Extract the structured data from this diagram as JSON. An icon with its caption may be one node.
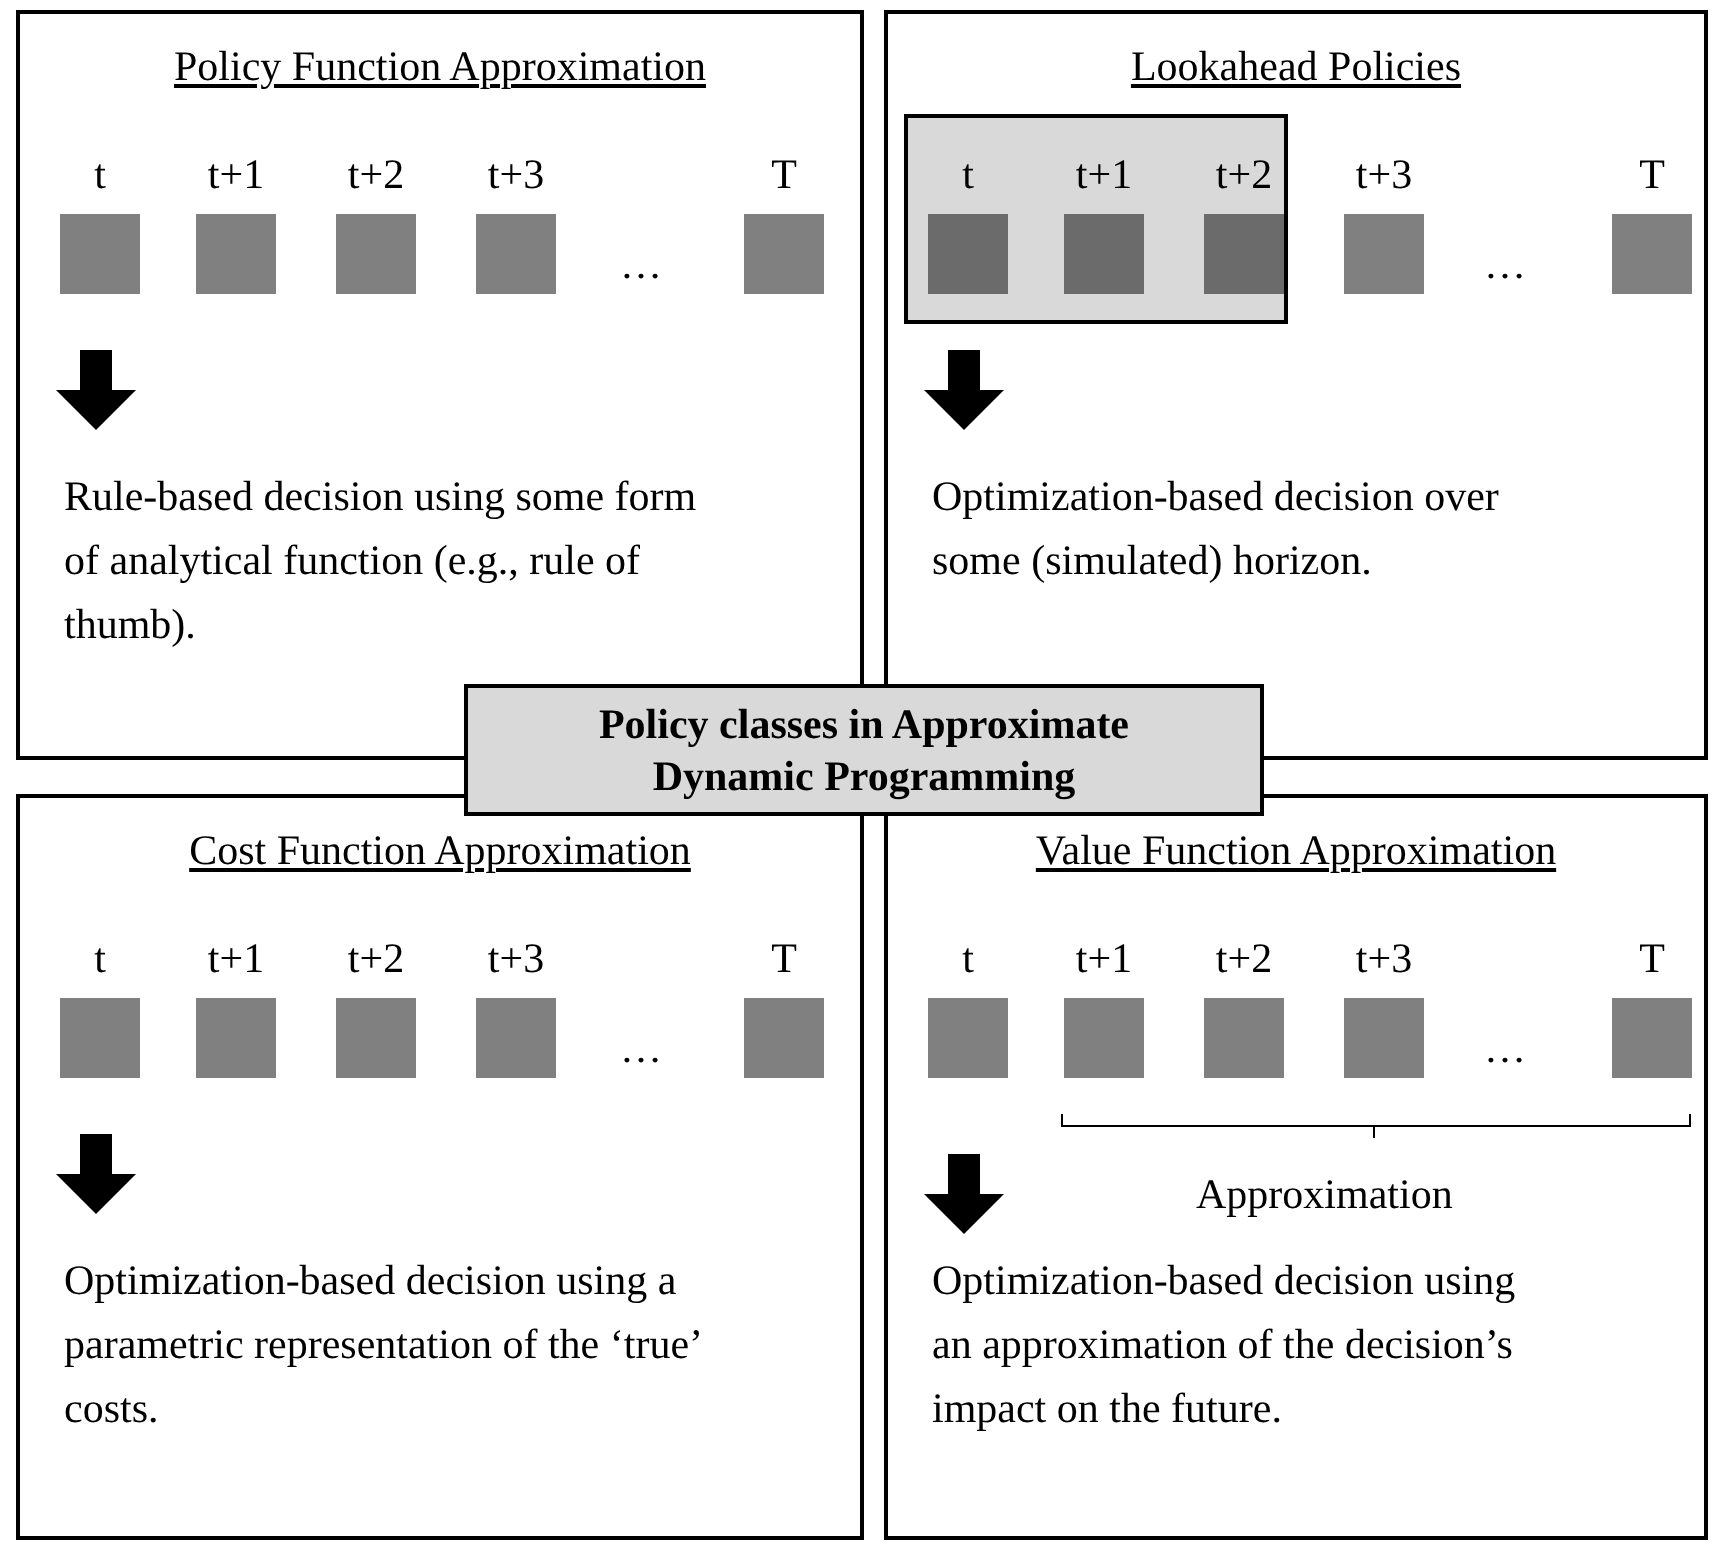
{
  "diagram": {
    "nodes": [
      {
        "text": [
          "Policy Function Approximation",
          "Rule-based decision using some form of analytical function (e.g., rule of thumb)."
        ]
      },
      {
        "text": [],
        "shape": "box",
        "in": 0,
        "beside": [
          "t"
        ]
      },
      {
        "text": [],
        "shape": "box",
        "in": 0,
        "beside": [
          "t+1"
        ]
      },
      {
        "text": [],
        "shape": "box",
        "in": 0,
        "beside": [
          "t+2"
        ]
      },
      {
        "text": [],
        "shape": "box",
        "in": 0,
        "beside": [
          "t+3"
        ]
      },
      {
        "text": [],
        "shape": "box",
        "in": 0,
        "beside": [
          "T"
        ]
      },
      {
        "text": [
          "Lookahead Policies",
          "Optimization-based decision over some (simulated) horizon."
        ]
      },
      {
        "text": [],
        "shape": "box",
        "in": 6
      },
      {
        "text": [],
        "shape": "box",
        "in": 7,
        "beside": [
          "t"
        ]
      },
      {
        "text": [],
        "shape": "box",
        "in": 7,
        "beside": [
          "t+1"
        ]
      },
      {
        "text": [],
        "shape": "box",
        "in": 7,
        "beside": [
          "t+2"
        ]
      },
      {
        "text": [],
        "shape": "box",
        "in": 6,
        "beside": [
          "t+3"
        ]
      },
      {
        "text": [],
        "shape": "box",
        "in": 6,
        "beside": [
          "T"
        ]
      },
      {
        "text": [
          "Policy classes in Approximate Dynamic Programming"
        ]
      },
      {
        "text": [
          "Cost Function Approximation",
          "Optimization-based decision using a parametric representation of the ‘true’ costs."
        ]
      },
      {
        "text": [],
        "shape": "box",
        "in": 14,
        "beside": [
          "t"
        ]
      },
      {
        "text": [],
        "shape": "box",
        "in": 14,
        "beside": [
          "t+1"
        ]
      },
      {
        "text": [],
        "shape": "box",
        "in": 14,
        "beside": [
          "t+2"
        ]
      },
      {
        "text": [],
        "shape": "box",
        "in": 14,
        "beside": [
          "t+3"
        ]
      },
      {
        "text": [],
        "shape": "box",
        "in": 14,
        "beside": [
          "T"
        ]
      },
      {
        "text": [
          "Value Function Approximation",
          "Optimization-based decision using an approximation of the decision’s impact on the future."
        ]
      },
      {
        "text": [],
        "shape": "box",
        "in": 20,
        "beside": [
          "t"
        ]
      },
      {
        "text": [],
        "shape": "box",
        "in": 20,
        "beside": [
          "t+1"
        ]
      },
      {
        "text": [],
        "shape": "box",
        "in": 20,
        "beside": [
          "t+2"
        ]
      },
      {
        "text": [],
        "shape": "box",
        "in": 20,
        "beside": [
          "t+3"
        ]
      },
      {
        "text": [],
        "shape": "box",
        "in": 20,
        "beside": [
          "T"
        ]
      }
    ],
    "labels": [
      "…",
      "…",
      "…",
      "…",
      "Approximation"
    ]
  }
}
